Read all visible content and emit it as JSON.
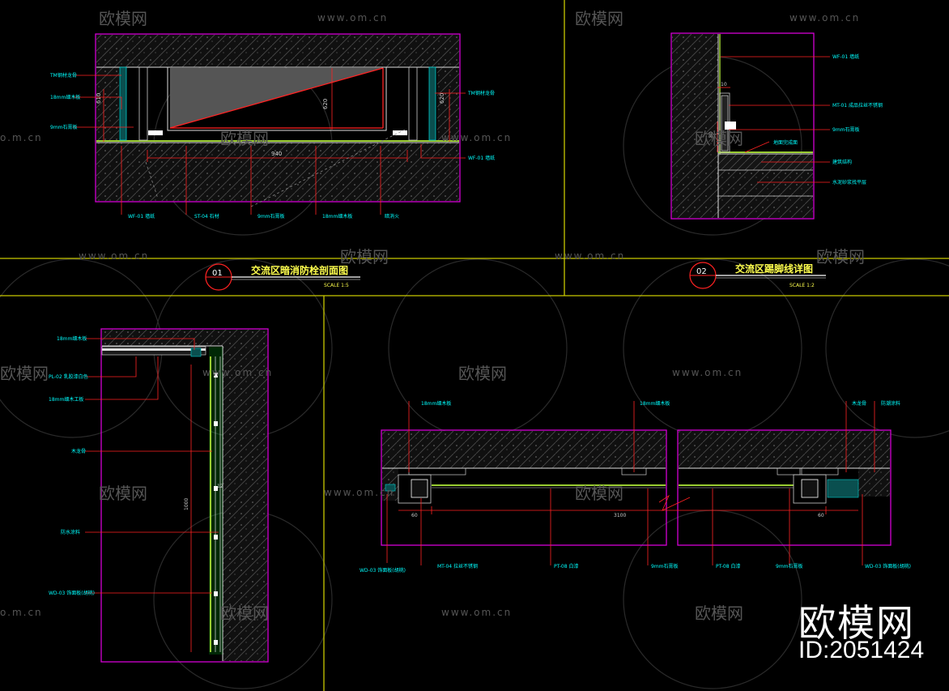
{
  "watermark": {
    "url": "www.om.cn",
    "url_short": "o.m.cn",
    "brand": "欧模网"
  },
  "corner_brand": {
    "name": "欧模网",
    "id": "ID:2051424"
  },
  "drawings": [
    {
      "number": "01",
      "title": "交流区暗消防栓剖面图",
      "scale": "SCALE 1:5",
      "dimensions": [
        "620",
        "940",
        "620",
        "610"
      ],
      "labels": [
        "TM钢材龙骨",
        "18mm细木板",
        "9mm石膏板",
        "TM钢材龙骨",
        "WF-01 墙纸",
        "WF-01 墙纸",
        "ST-04 石材",
        "9mm石膏板",
        "18mm细木板",
        "暗消火"
      ]
    },
    {
      "number": "02",
      "title": "交流区踢脚线详图",
      "scale": "SCALE 1:2",
      "dimensions": [
        "10",
        "80"
      ],
      "labels": [
        "WF-01 墙纸",
        "MT-01 成品拉丝不锈钢",
        "9mm石膏板",
        "地面完成面",
        "建筑结构",
        "水泥砂浆找平层"
      ]
    },
    {
      "labels": [
        "18mm细木板",
        "PL-02 乳胶漆白色",
        "18mm细木工板",
        "木龙骨",
        "防水涂料",
        "WD-03 饰面板(胡桃)"
      ],
      "dimensions": [
        "1000",
        "12"
      ]
    },
    {
      "labels": [
        "18mm细木板",
        "18mm细木板",
        "木龙骨",
        "防潮涂料",
        "WD-03 饰面板(胡桃)",
        "MT-04 拉丝不锈钢",
        "PT-08 白漆",
        "9mm石膏板",
        "PT-08 白漆",
        "9mm石膏板",
        "WD-03 饰面板(胡桃)"
      ],
      "dimensions": [
        "60",
        "3100",
        "60"
      ]
    }
  ]
}
